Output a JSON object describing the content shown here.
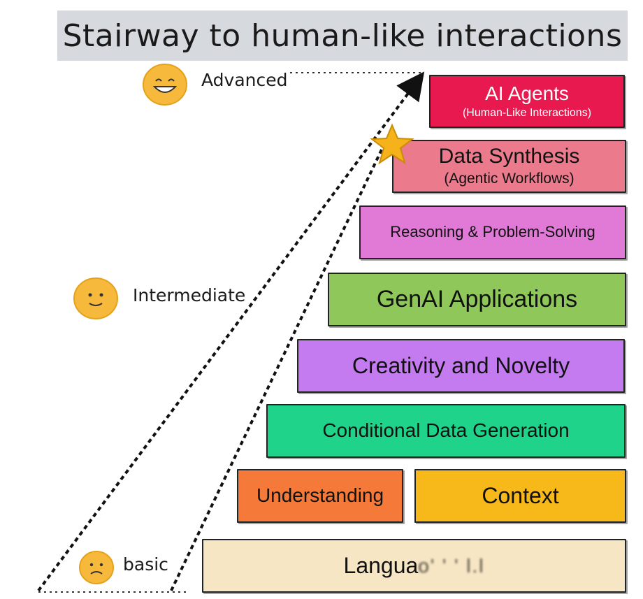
{
  "title": "Stairway to human-like interactions",
  "levels": {
    "advanced": "Advanced",
    "intermediate": "Intermediate",
    "basic": "basic"
  },
  "stairs": {
    "ai_agents": {
      "title": "AI Agents",
      "subtitle": "(Human-Like Interactions)",
      "color": "#e8194f"
    },
    "data_synthesis": {
      "title": "Data Synthesis",
      "subtitle": "(Agentic Workflows)",
      "color": "#ea7a8c"
    },
    "reasoning": {
      "title": "Reasoning & Problem-Solving",
      "color": "#e07ad6"
    },
    "genai": {
      "title": "GenAI Applications",
      "color": "#8fc75a"
    },
    "creativity": {
      "title": "Creativity and Novelty",
      "color": "#c57bf0"
    },
    "conditional": {
      "title": "Conditional Data Generation",
      "color": "#1fd48a"
    },
    "understanding": {
      "title": "Understanding",
      "color": "#f57a3a"
    },
    "context": {
      "title": "Context",
      "color": "#f7b81a"
    },
    "language": {
      "title": "Langua",
      "color": "#f7e6c4"
    }
  },
  "icons": {
    "advanced_face": "smiling-face-icon",
    "intermediate_face": "slight-smile-face-icon",
    "basic_face": "sad-face-icon",
    "milestone": "star-icon"
  }
}
